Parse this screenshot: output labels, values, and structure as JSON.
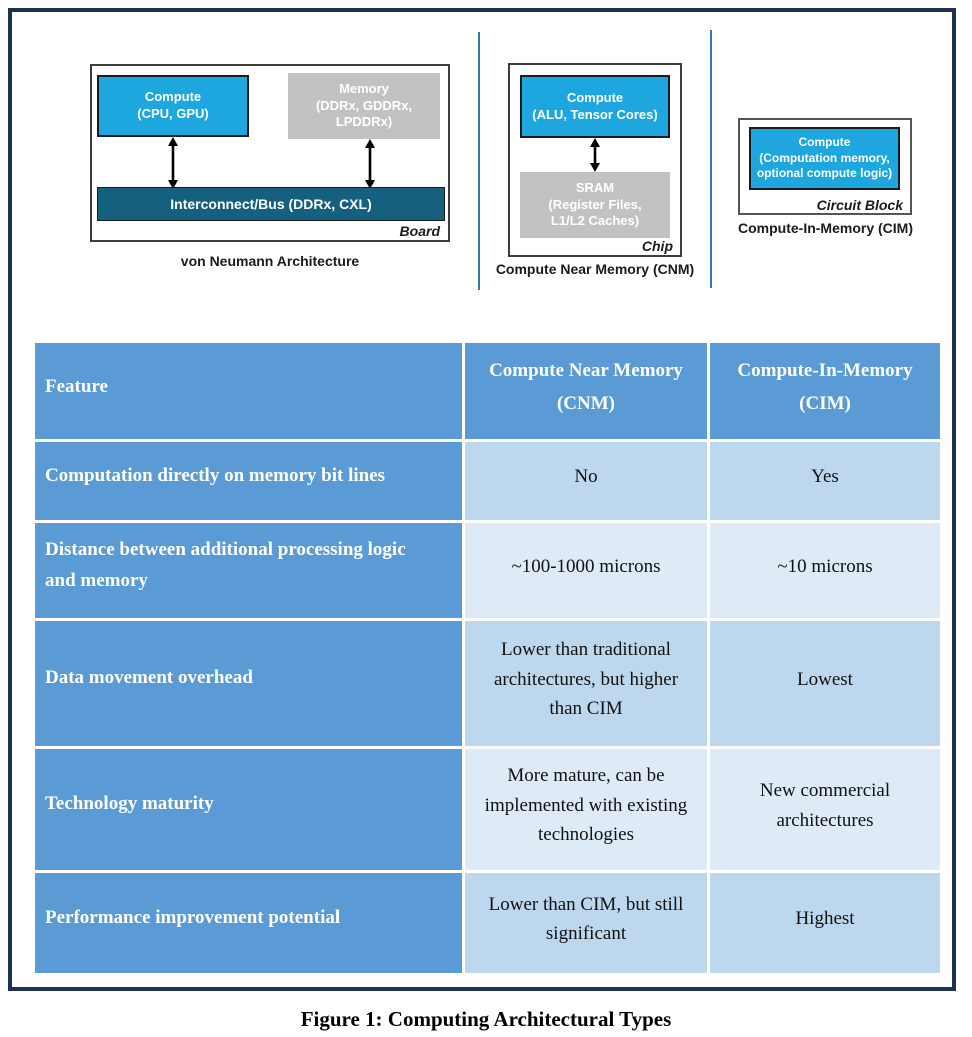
{
  "diagrams": {
    "von_neumann": {
      "compute_label": "Compute\n(CPU, GPU)",
      "memory_label": "Memory\n(DDRx, GDDRx,\nLPDDRx)",
      "bus_label": "Interconnect/Bus (DDRx, CXL)",
      "scope_label": "Board",
      "caption": "von Neumann Architecture"
    },
    "cnm": {
      "compute_label": "Compute\n(ALU, Tensor Cores)",
      "memory_label": "SRAM\n(Register Files,\nL1/L2 Caches)",
      "scope_label": "Chip",
      "caption": "Compute Near Memory (CNM)"
    },
    "cim": {
      "compute_label": "Compute\n(Computation memory,\noptional compute logic)",
      "scope_label": "Circuit Block",
      "caption": "Compute-In-Memory (CIM)"
    }
  },
  "table": {
    "headers": [
      "Feature",
      "Compute Near Memory\n(CNM)",
      "Compute-In-Memory\n(CIM)"
    ],
    "rows": [
      {
        "feature": "Computation directly on memory bit lines",
        "cnm": "No",
        "cim": "Yes"
      },
      {
        "feature": "Distance between additional processing logic and memory",
        "cnm": "~100-1000 microns",
        "cim": "~10 microns"
      },
      {
        "feature": "Data movement overhead",
        "cnm": "Lower than traditional architectures, but higher than CIM",
        "cim": "Lowest"
      },
      {
        "feature": "Technology maturity",
        "cnm": "More mature, can be implemented with existing technologies",
        "cim": "New commercial architectures"
      },
      {
        "feature": "Performance improvement potential",
        "cnm": "Lower than CIM, but still significant",
        "cim": "Highest"
      }
    ]
  },
  "figure_caption": "Figure 1: Computing Architectural Types",
  "colors": {
    "accent_cyan": "#1ea6df",
    "bus_teal": "#16607f",
    "memory_gray": "#c2c2c2",
    "table_header_blue": "#5b9bd5",
    "row_band_dark": "#bdd7ee",
    "row_band_light": "#deeaf6",
    "frame_navy": "#1e3150",
    "divider_teal": "#2e7ba6"
  }
}
